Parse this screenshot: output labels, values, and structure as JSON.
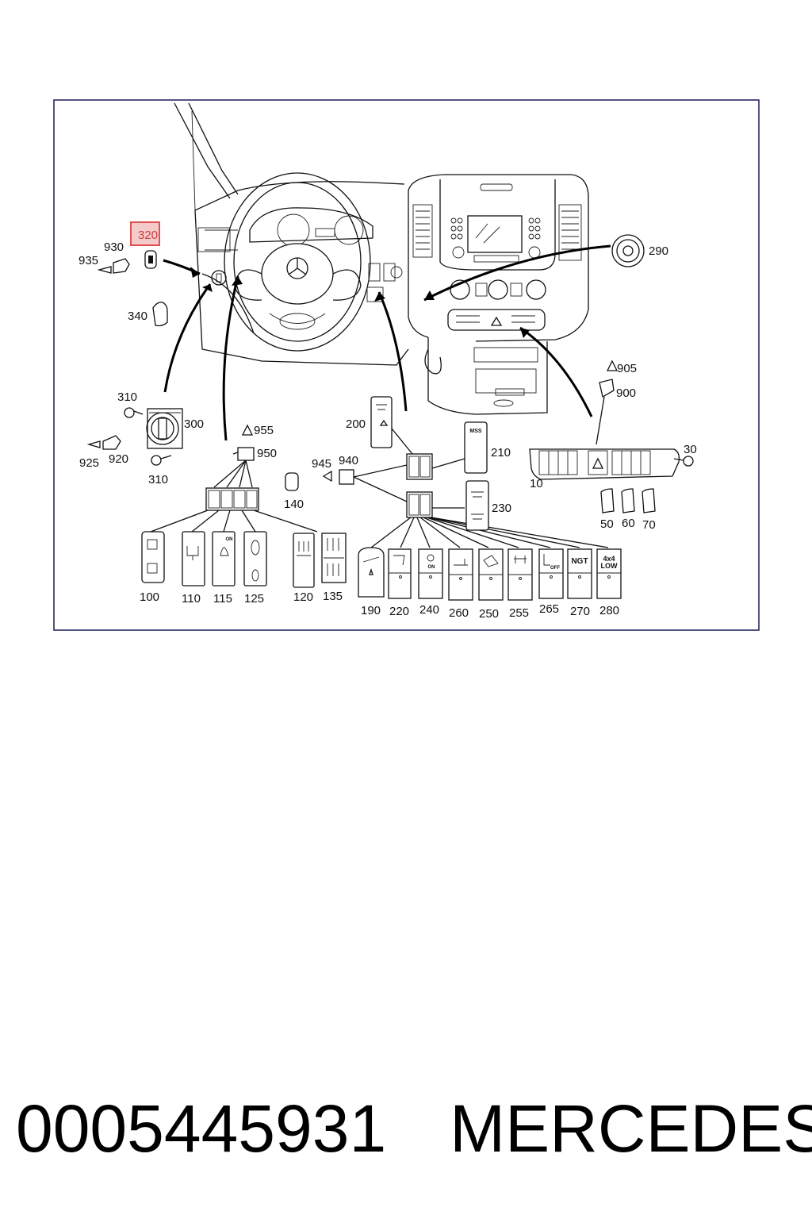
{
  "highlight": {
    "label": "320",
    "color": "#e05050"
  },
  "part_labels": [
    {
      "id": "320",
      "text": "320"
    },
    {
      "id": "930",
      "text": "930"
    },
    {
      "id": "935",
      "text": "935"
    },
    {
      "id": "340",
      "text": "340"
    },
    {
      "id": "310a",
      "text": "310"
    },
    {
      "id": "300",
      "text": "300"
    },
    {
      "id": "925",
      "text": "925"
    },
    {
      "id": "920",
      "text": "920"
    },
    {
      "id": "310b",
      "text": "310"
    },
    {
      "id": "955",
      "text": "955"
    },
    {
      "id": "950",
      "text": "950"
    },
    {
      "id": "200",
      "text": "200"
    },
    {
      "id": "210",
      "text": "210"
    },
    {
      "id": "945",
      "text": "945"
    },
    {
      "id": "940",
      "text": "940"
    },
    {
      "id": "140",
      "text": "140"
    },
    {
      "id": "230",
      "text": "230"
    },
    {
      "id": "290",
      "text": "290"
    },
    {
      "id": "905",
      "text": "905"
    },
    {
      "id": "900",
      "text": "900"
    },
    {
      "id": "30",
      "text": "30"
    },
    {
      "id": "10",
      "text": "10"
    },
    {
      "id": "50",
      "text": "50"
    },
    {
      "id": "60",
      "text": "60"
    },
    {
      "id": "70",
      "text": "70"
    },
    {
      "id": "100",
      "text": "100"
    },
    {
      "id": "110",
      "text": "110"
    },
    {
      "id": "115",
      "text": "115"
    },
    {
      "id": "125",
      "text": "125"
    },
    {
      "id": "120",
      "text": "120"
    },
    {
      "id": "135",
      "text": "135"
    },
    {
      "id": "190",
      "text": "190"
    },
    {
      "id": "220",
      "text": "220"
    },
    {
      "id": "240",
      "text": "240"
    },
    {
      "id": "260",
      "text": "260"
    },
    {
      "id": "250",
      "text": "250"
    },
    {
      "id": "255",
      "text": "255"
    },
    {
      "id": "265",
      "text": "265"
    },
    {
      "id": "270",
      "text": "270"
    },
    {
      "id": "280",
      "text": "280"
    }
  ],
  "switch_texts": {
    "mss": "MSS",
    "ngt": "NGT",
    "four_by_four": "4x4",
    "low": "LOW",
    "off": "OFF",
    "on": "ON"
  },
  "caption": {
    "part_number": "0005445931",
    "brand": "MERCEDES"
  }
}
